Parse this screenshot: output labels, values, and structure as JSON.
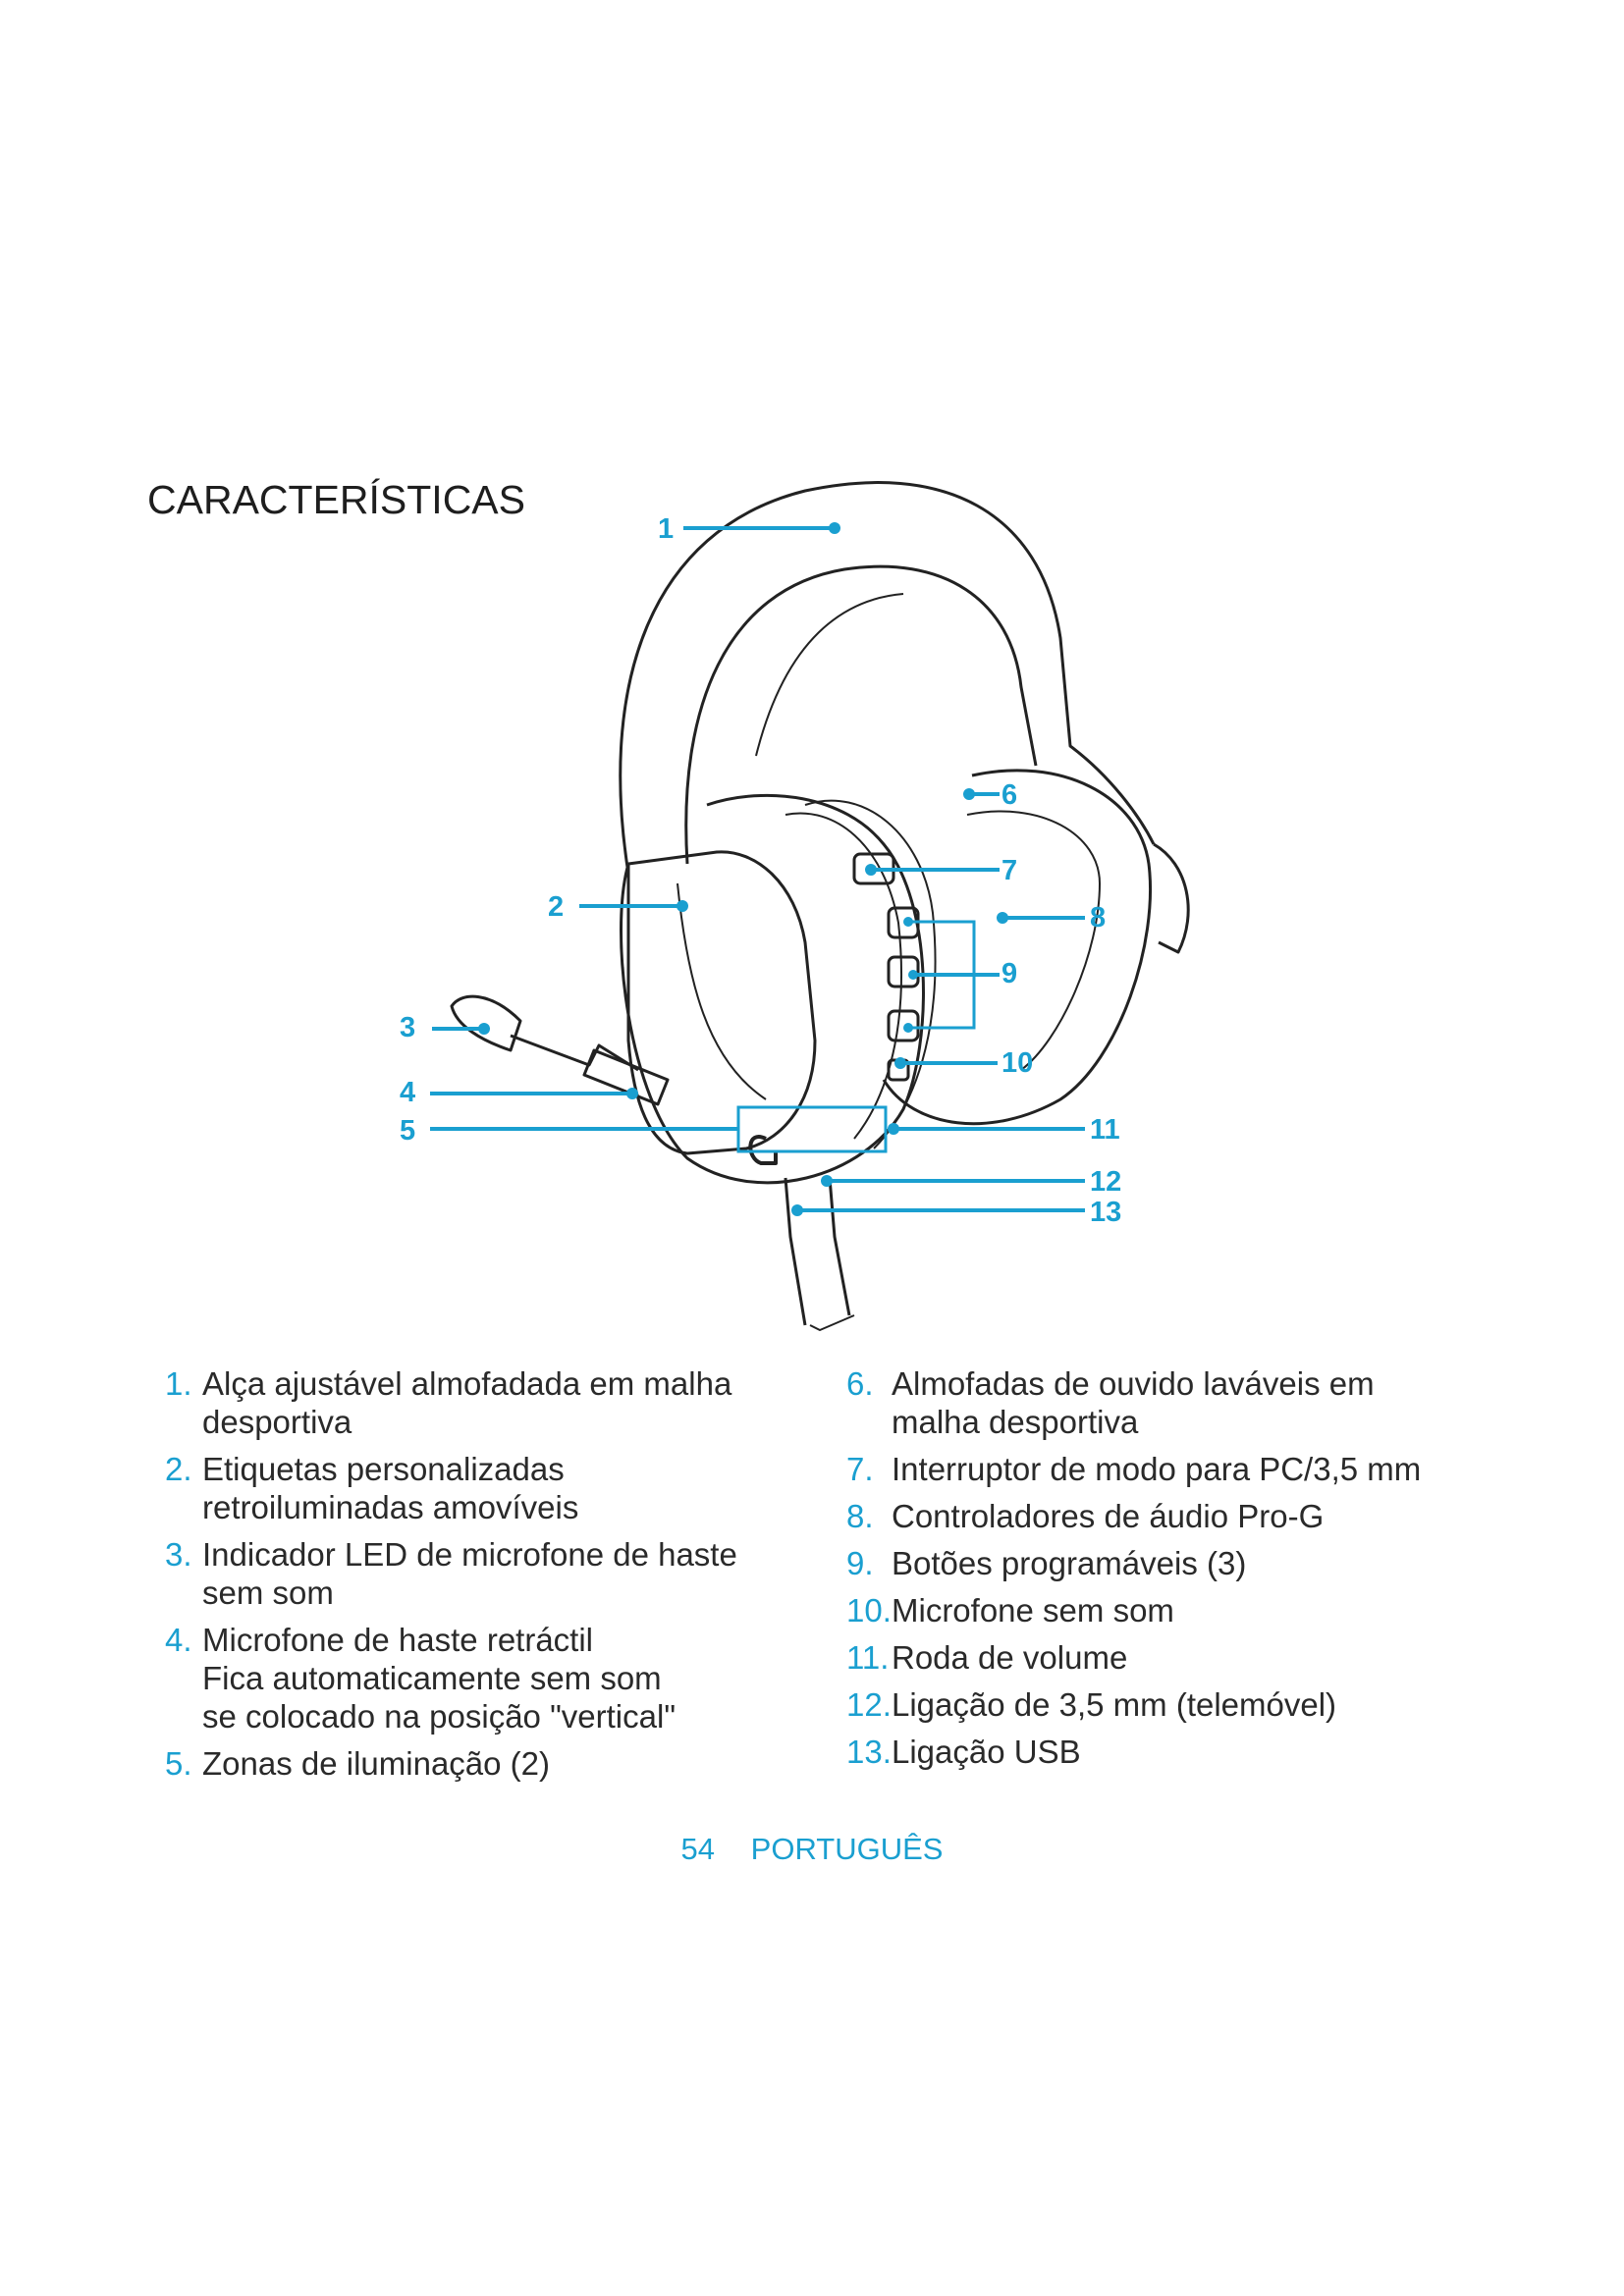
{
  "title": "CARACTERÍSTICAS",
  "diagram": {
    "callouts": [
      "1",
      "2",
      "3",
      "4",
      "5",
      "6",
      "7",
      "8",
      "9",
      "10",
      "11",
      "12",
      "13"
    ],
    "accent_color": "#1a9fd0"
  },
  "features_left": [
    {
      "num": "1.",
      "lines": [
        "Alça ajustável almofadada em malha",
        "desportiva"
      ]
    },
    {
      "num": "2.",
      "lines": [
        "Etiquetas personalizadas",
        "retroiluminadas amovíveis"
      ]
    },
    {
      "num": "3.",
      "lines": [
        "Indicador LED de microfone de haste",
        "sem som"
      ]
    },
    {
      "num": "4.",
      "lines": [
        "Microfone de haste retráctil",
        "Fica automaticamente sem som",
        "se colocado na posição \"vertical\""
      ]
    },
    {
      "num": "5.",
      "lines": [
        "Zonas de iluminação (2)"
      ]
    }
  ],
  "features_right": [
    {
      "num": "6.",
      "lines": [
        "Almofadas de ouvido laváveis em",
        "malha desportiva"
      ]
    },
    {
      "num": "7.",
      "lines": [
        "Interruptor de modo para PC/3,5 mm"
      ]
    },
    {
      "num": "8.",
      "lines": [
        "Controladores de áudio Pro-G"
      ]
    },
    {
      "num": "9.",
      "lines": [
        "Botões programáveis (3)"
      ]
    },
    {
      "num": "10.",
      "lines": [
        "Microfone sem som"
      ]
    },
    {
      "num": "11.",
      "lines": [
        "Roda de volume"
      ]
    },
    {
      "num": "12.",
      "lines": [
        "Ligação de 3,5 mm (telemóvel)"
      ]
    },
    {
      "num": "13.",
      "lines": [
        "Ligação USB"
      ]
    }
  ],
  "footer": {
    "page": "54",
    "language": "PORTUGUÊS"
  }
}
